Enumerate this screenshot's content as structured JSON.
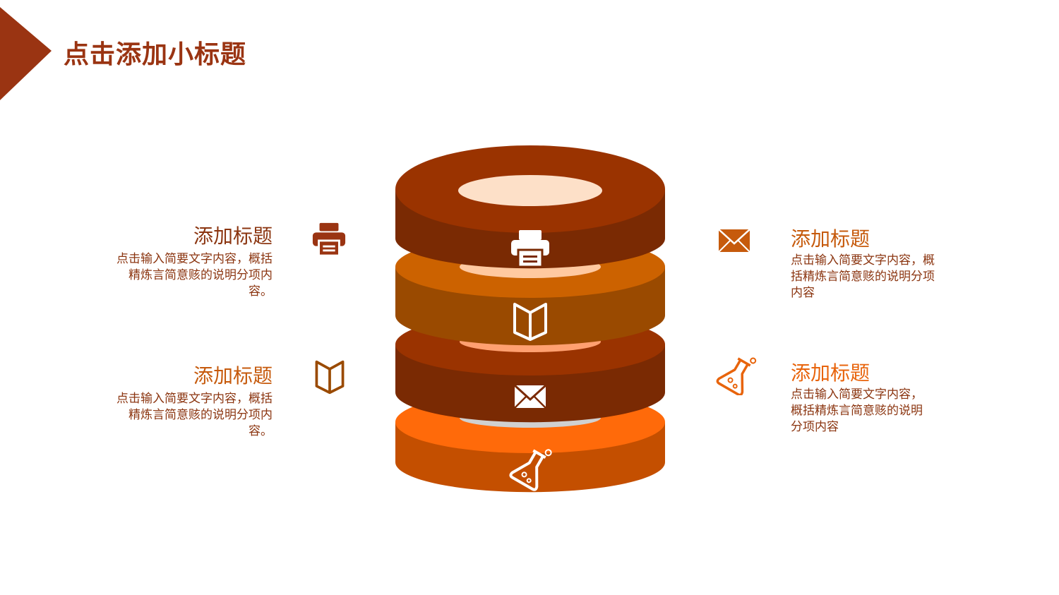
{
  "header": {
    "title": "点击添加小标题"
  },
  "colors": {
    "accent_dark": "#9a3412",
    "title_brown": "#8b3510",
    "title_orange": "#c65a0c"
  },
  "items": [
    {
      "title": "添加标题",
      "desc": "点击输入简要文字内容，概括精炼言简意赅的说明分项内容。",
      "icon": "printer-icon"
    },
    {
      "title": "添加标题",
      "desc": "点击输入简要文字内容，概括精炼言简意赅的说明分项内容。",
      "icon": "book-icon"
    },
    {
      "title": "添加标题",
      "desc": "点击输入简要文字内容，概括精炼言简意赅的说明分项内容",
      "icon": "envelope-icon"
    },
    {
      "title": "添加标题",
      "desc": "点击输入简要文字内容，概括精炼言简意赅的说明分项内容",
      "icon": "flask-icon"
    }
  ],
  "stack_layers": [
    {
      "icon": "printer-icon",
      "side": "#7a2a03",
      "top": "#9a3300",
      "hole": "#fde0c8"
    },
    {
      "icon": "book-icon",
      "side": "#9a4a00",
      "top": "#cc6200",
      "hole": "#ffc9a0"
    },
    {
      "icon": "envelope-icon",
      "side": "#7a2a03",
      "top": "#9a3300",
      "hole": "#ffa070"
    },
    {
      "icon": "flask-icon",
      "side": "#c44f00",
      "top": "#ff6a0a",
      "hole": "#d0d0d0"
    }
  ]
}
